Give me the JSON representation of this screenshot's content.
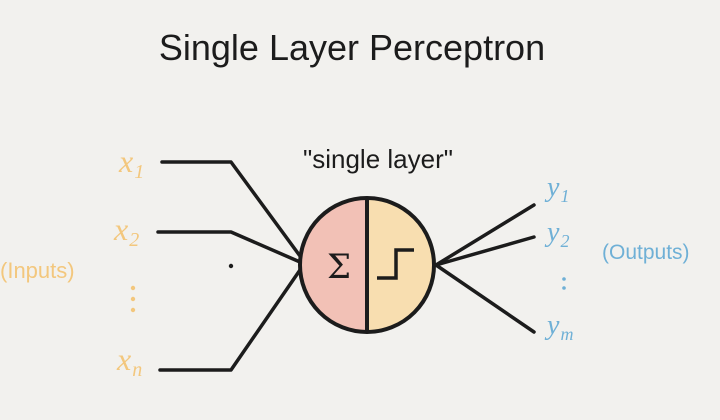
{
  "title": "Single Layer Perceptron",
  "caption": "\"single layer\"",
  "inputs_label": "(Inputs)",
  "outputs_label": "(Outputs)",
  "inputs": [
    {
      "var": "x",
      "sub": "1"
    },
    {
      "var": "x",
      "sub": "2"
    },
    {
      "var": "x",
      "sub": "n"
    }
  ],
  "outputs": [
    {
      "var": "y",
      "sub": "1"
    },
    {
      "var": "y",
      "sub": "2"
    },
    {
      "var": "y",
      "sub": "m"
    }
  ],
  "neuron": {
    "sum_symbol": "Σ",
    "left_color": "#f2c1b6",
    "right_color": "#f8deb0"
  },
  "colors": {
    "input": "#f3c77d",
    "output": "#6fb0d6",
    "stroke": "#1c1c1c"
  }
}
